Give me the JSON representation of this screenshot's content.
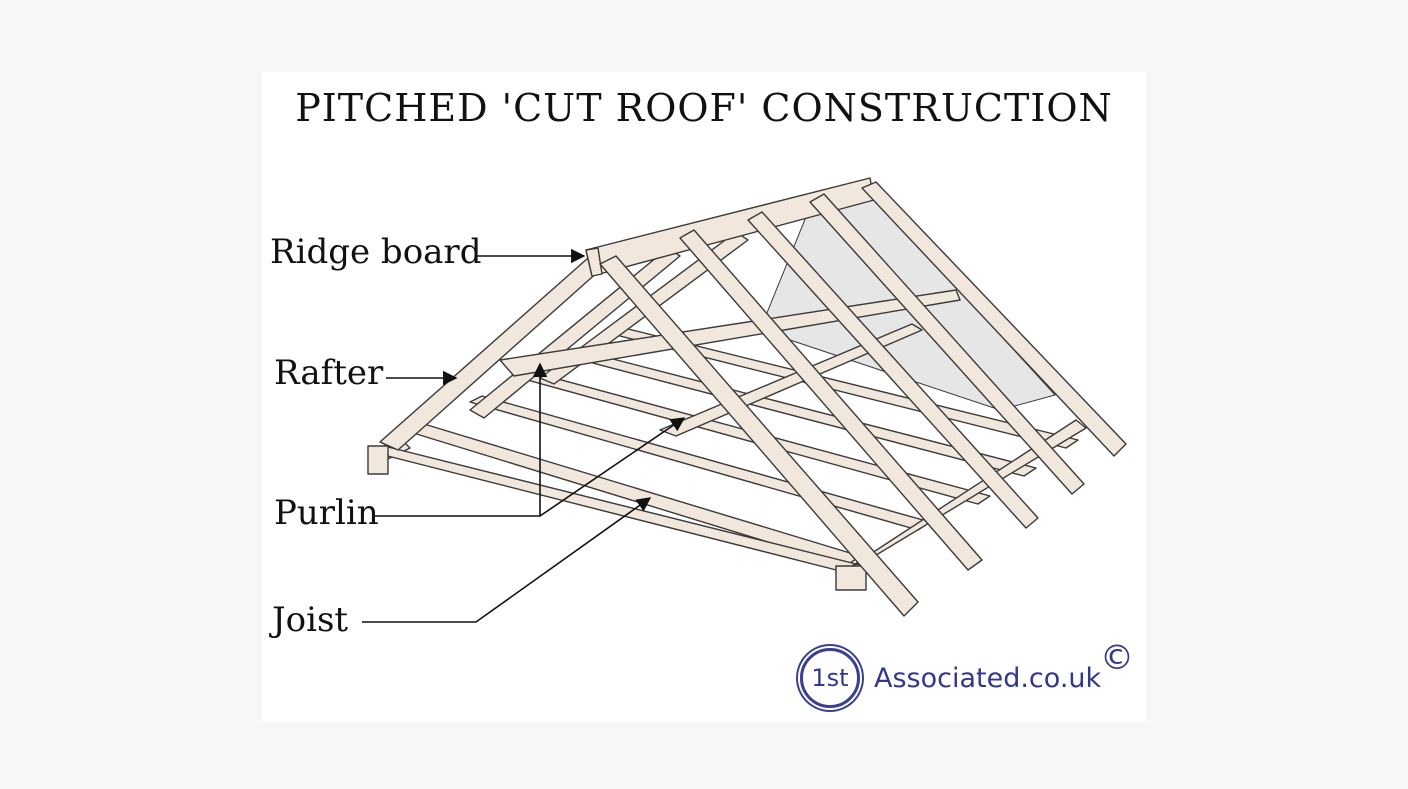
{
  "diagram": {
    "title": "PITCHED 'CUT ROOF' CONSTRUCTION",
    "labels": {
      "ridge_board": "Ridge board",
      "rafter": "Rafter",
      "purlin": "Purlin",
      "joist": "Joist"
    }
  },
  "branding": {
    "logo_badge": "1st",
    "logo_text": "Associated.co.uk",
    "copyright_symbol": "©"
  },
  "colors": {
    "timber": "#f2e7dc",
    "timber_edge": "#3a3a3a",
    "underlay": "#e6e6e6",
    "brand_blue": "#34378a"
  }
}
